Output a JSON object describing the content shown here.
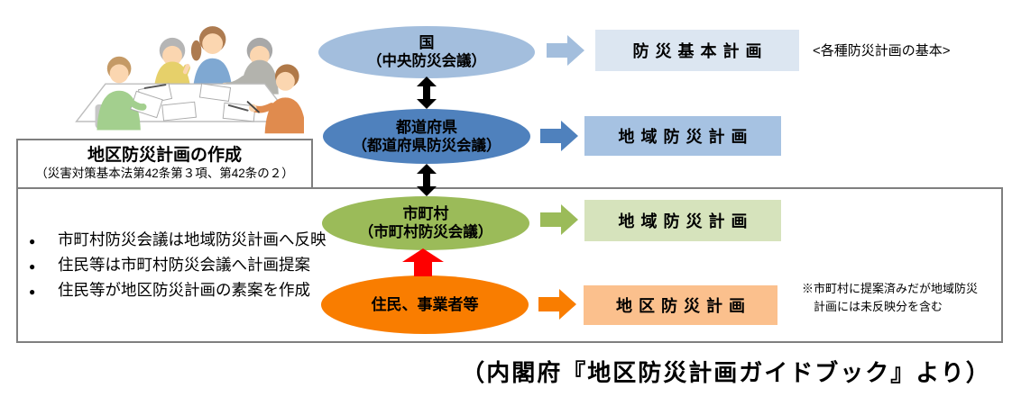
{
  "left_panel": {
    "title": "地区防災計画の作成",
    "subtitle": "（災害対策基本法第42条第３項、第42条の２）",
    "bullet_mark": "●",
    "bullets": [
      "市町村防災会議は地域防災計画へ反映",
      "住民等は市町村防災会議へ計画提案",
      "住民等が地区防災計画の素案を作成"
    ]
  },
  "flow": {
    "national": {
      "name": "国",
      "org": "（中央防災会議）",
      "plan": "防災基本計画",
      "side_note": "<各種防災計画の基本>"
    },
    "prefecture": {
      "name": "都道府県",
      "org": "（都道府県防災会議）",
      "plan": "地域防災計画"
    },
    "municipality": {
      "name": "市町村",
      "org": "（市町村防災会議）",
      "plan": "地域防災計画"
    },
    "residents": {
      "name": "住民、事業者等",
      "plan": "地区防災計画",
      "note_line1": "※市町村に提案済みだが地域防災",
      "note_line2": "計画には未反映分を含む"
    }
  },
  "caption": "（内閣府『地区防災計画ガイドブック』より）",
  "colors": {
    "national_ellipse": "#a3bedd",
    "national_box": "#dce6f1",
    "national_arrow": "#a3bedd",
    "prefecture_ellipse": "#4f81bd",
    "prefecture_box": "#a6c2e2",
    "prefecture_arrow": "#4f81bd",
    "municipality_ellipse": "#9bbb59",
    "municipality_box": "#d6e3bc",
    "municipality_arrow": "#9bbb59",
    "residents_ellipse": "#f97d00",
    "residents_box": "#fbc08d",
    "residents_arrow": "#f97d00",
    "up_arrow": "#fe0000",
    "link_arrow": "#000000",
    "box_border": "#7f7f7f"
  },
  "icons": {
    "right_arrow": "block-arrow-right",
    "vertical_link": "double-headed-arrow",
    "up_arrow": "block-arrow-up",
    "illustration": "people-meeting-round-table"
  }
}
